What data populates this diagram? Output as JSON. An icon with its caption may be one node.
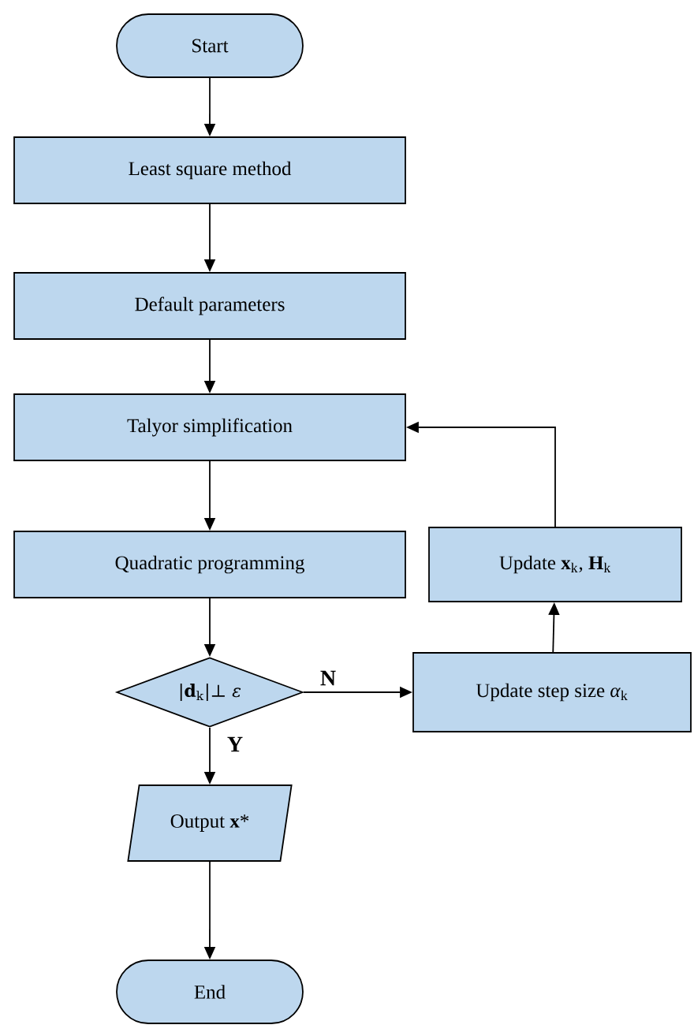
{
  "diagram": {
    "nodes": [
      {
        "text": [
          "Start"
        ]
      },
      {
        "text": [
          "Least square method"
        ]
      },
      {
        "text": [
          "Default parameters"
        ]
      },
      {
        "text": [
          "Talyor simplification"
        ]
      },
      {
        "text": [
          "Quadratic programming"
        ]
      },
      {
        "text": [
          "|**d**$_{k}$|⊥ *ε*"
        ]
      },
      {
        "text": [
          "Update **x**$_{k}$, **H**$_{k}$"
        ]
      },
      {
        "text": [
          "Update step size *α*$_{k}$"
        ]
      },
      {
        "text": [
          "Output **x***"
        ]
      },
      {
        "text": [
          "End"
        ]
      }
    ],
    "edges": [
      {
        "from": 0,
        "to": 1,
        "arrow": "to"
      },
      {
        "from": 1,
        "to": 2,
        "arrow": "to"
      },
      {
        "from": 2,
        "to": 3,
        "arrow": "to"
      },
      {
        "from": 3,
        "to": 4,
        "arrow": "to"
      },
      {
        "from": 4,
        "to": 5,
        "arrow": "to"
      },
      {
        "from": 5,
        "to": 7,
        "arrow": "to",
        "label": "N"
      },
      {
        "from": 7,
        "to": 6,
        "arrow": "to"
      },
      {
        "from": 6,
        "to": 3,
        "arrow": "to"
      },
      {
        "from": 5,
        "to": 8,
        "arrow": "to",
        "label": "Y"
      },
      {
        "from": 8,
        "to": 9,
        "arrow": "to"
      }
    ]
  }
}
